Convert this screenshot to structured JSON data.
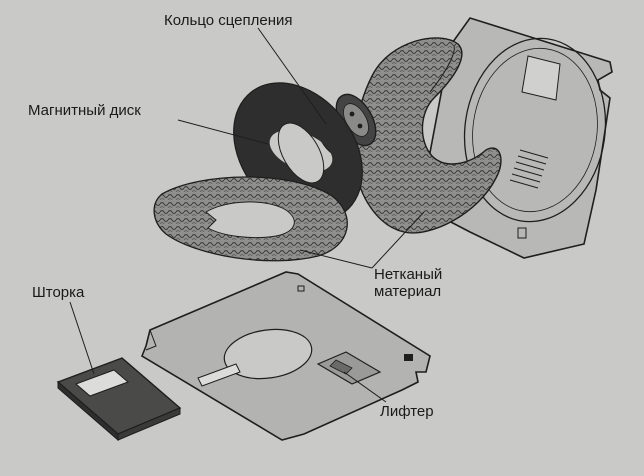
{
  "labels": {
    "clutch_ring": "Кольцо сцепления",
    "magnetic_disk": "Магнитный диск",
    "nonwoven_material": "Нетканый\nматериал",
    "shutter": "Шторка",
    "lifter": "Лифтер"
  },
  "colors": {
    "background": "#c9c9c7",
    "outline": "#1e1e1e",
    "case_fill": "#b3b3b1",
    "disk_fill": "#2c2c2c",
    "fabric_fill": "#8a8a88"
  }
}
